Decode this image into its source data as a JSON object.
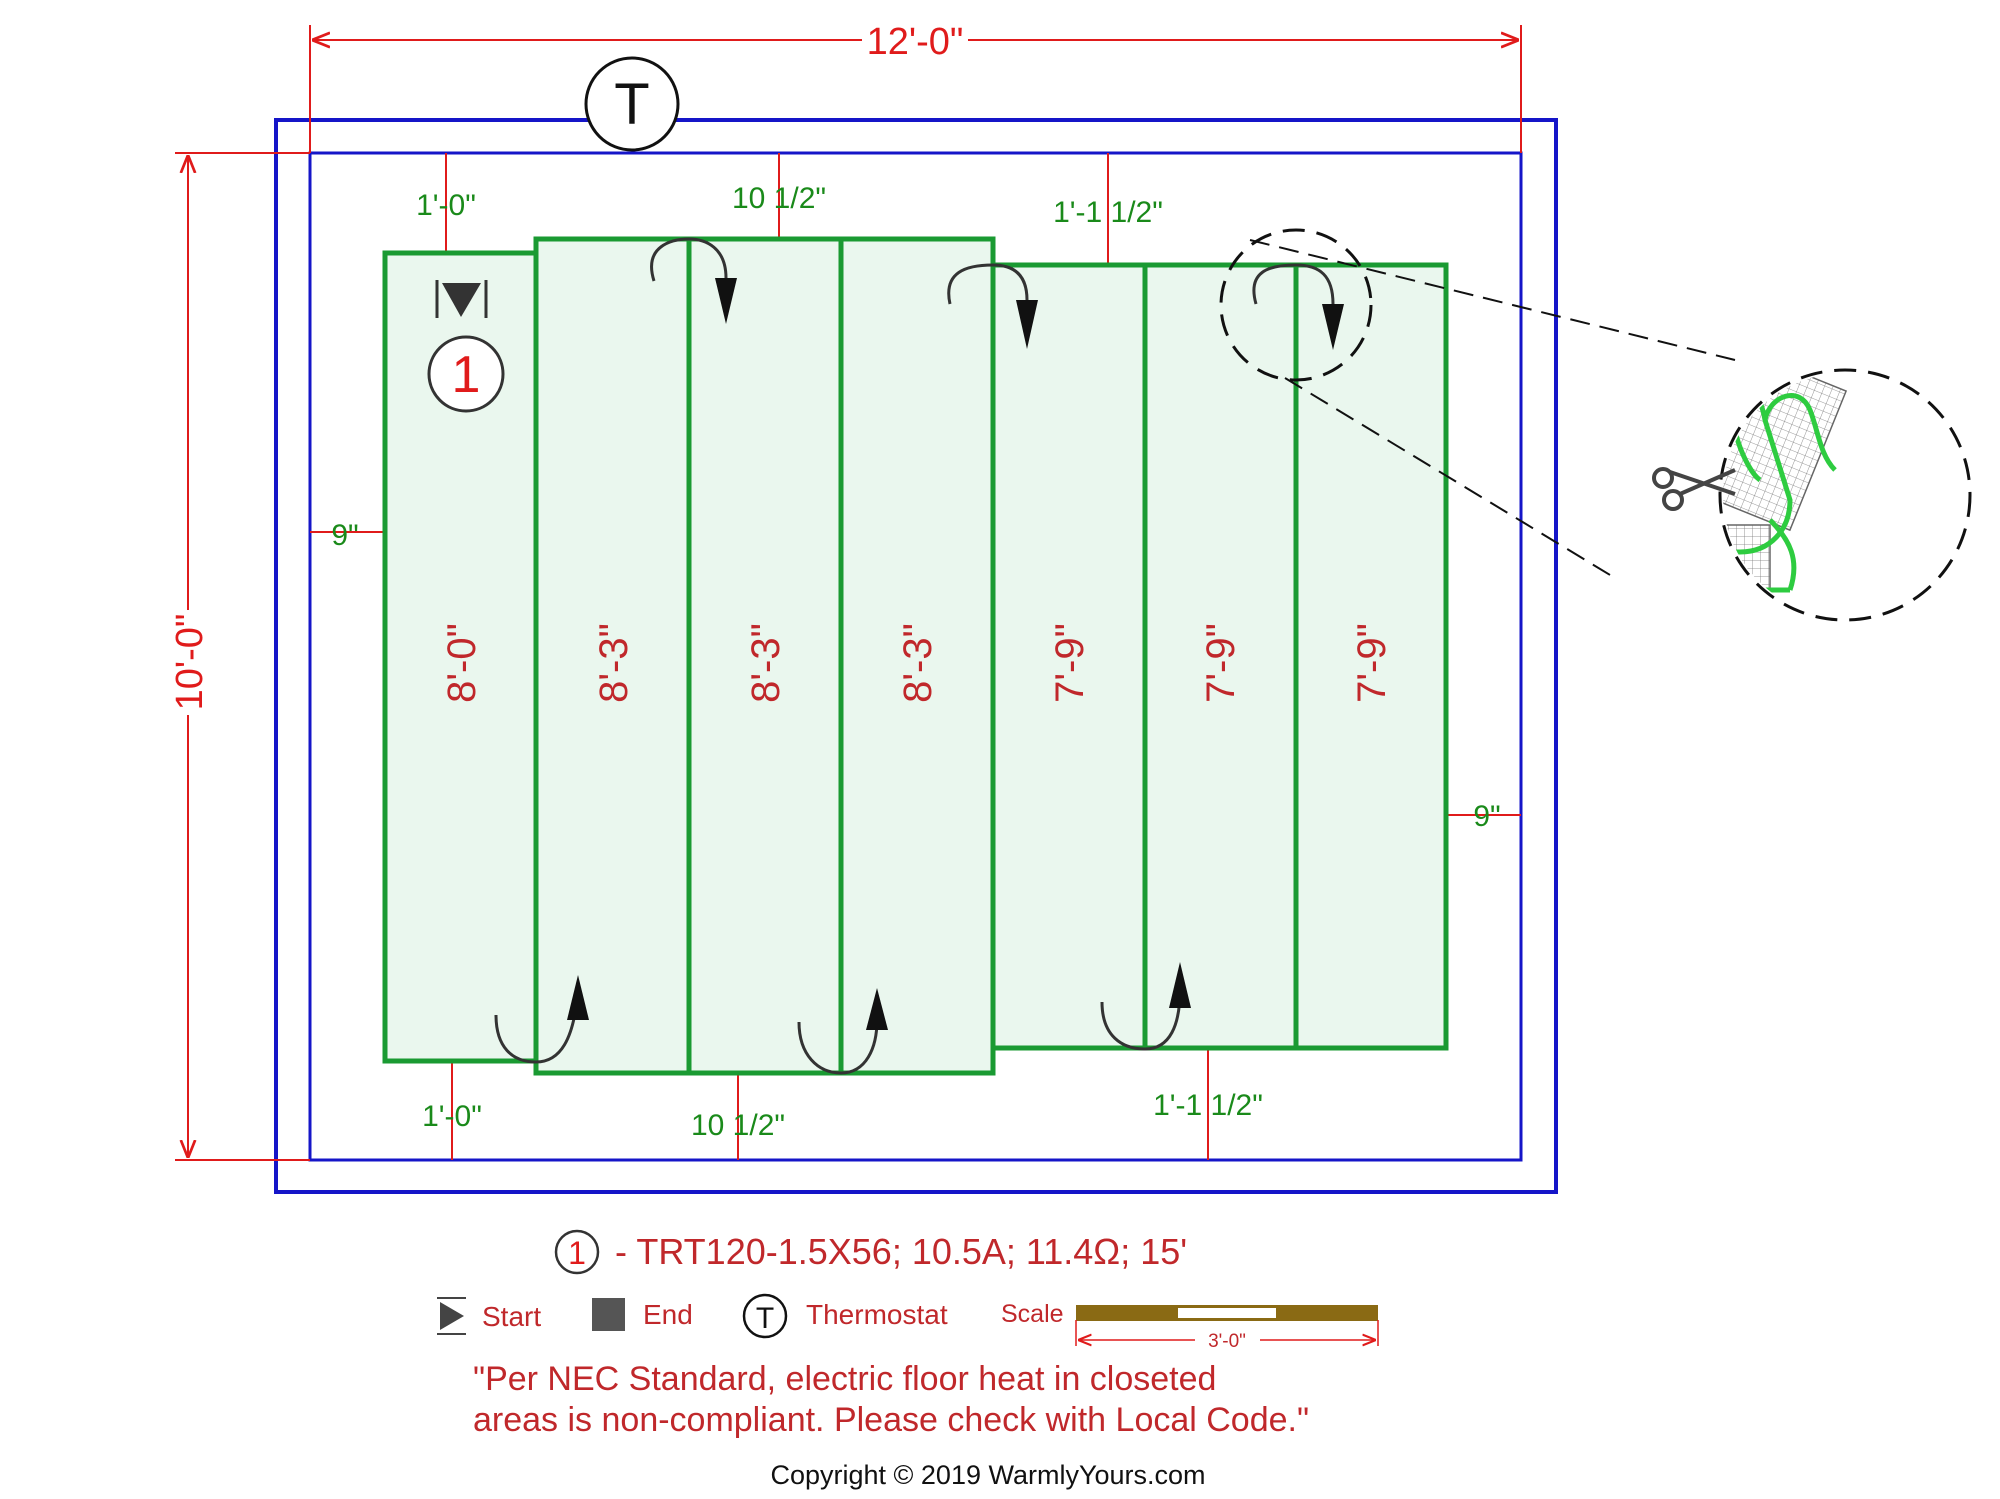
{
  "dimensions": {
    "overall_width": "12'-0\"",
    "overall_height": "10'-0\"",
    "top_left_offset": "1'-0\"",
    "top_mid_offset": "10 1/2\"",
    "top_right_offset": "1'-1 1/2\"",
    "bottom_left_offset": "1'-0\"",
    "bottom_mid_offset": "10 1/2\"",
    "bottom_right_offset": "1'-1 1/2\"",
    "left_margin": "9\"",
    "right_margin": "9\""
  },
  "thermostat_symbol": "T",
  "run_number": "1",
  "strips": [
    {
      "length": "8'-0\""
    },
    {
      "length": "8'-3\""
    },
    {
      "length": "8'-3\""
    },
    {
      "length": "8'-3\""
    },
    {
      "length": "7'-9\""
    },
    {
      "length": "7'-9\""
    },
    {
      "length": "7'-9\""
    }
  ],
  "legend": {
    "spec_number": "1",
    "spec_text": "- TRT120-1.5X56; 10.5A; 11.4Ω; 15'",
    "start_label": "Start",
    "end_label": "End",
    "thermostat_symbol": "T",
    "thermostat_label": "Thermostat",
    "scale_label": "Scale",
    "scale_value": "3'-0\""
  },
  "note_line1": "\"Per NEC Standard, electric floor heat in closeted",
  "note_line2": "areas is non-compliant. Please check with Local Code.\"",
  "copyright": "Copyright © 2019 WarmlyYours.com",
  "colors": {
    "wall": "#1515c8",
    "mat_outline": "#1a9a32",
    "mat_fill": "#eaf7ee",
    "dimension": "#e01b1b",
    "offset_text": "#1a8a1a",
    "legend_text": "#c0282b"
  }
}
